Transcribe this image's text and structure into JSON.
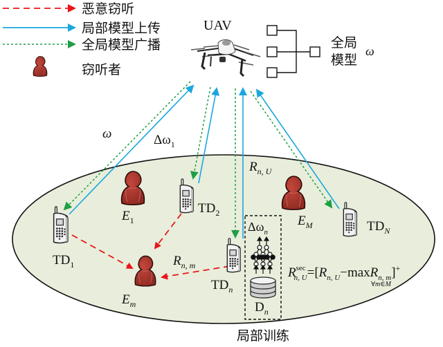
{
  "legend": {
    "items": [
      {
        "label": "恶意窃听",
        "style": "red-dashed",
        "color": "#e8161b"
      },
      {
        "label": "局部模型上传",
        "style": "blue-solid",
        "color": "#1aa7dd"
      },
      {
        "label": "全局模型广播",
        "style": "green-dotted",
        "color": "#1f9e45"
      },
      {
        "label": "窃听者",
        "style": "eavesdropper-icon",
        "color": "#a6332a"
      }
    ]
  },
  "uav": {
    "label": "UAV",
    "icon": "drone-icon"
  },
  "aggregation": {
    "label_line1": "全局",
    "label_line2": "模型",
    "symbol": "ω"
  },
  "links": {
    "omega": "ω",
    "delta_omega_1": {
      "base": "Δω",
      "sub": "1"
    },
    "r_n_u": {
      "base": "R",
      "sub": "n, U"
    },
    "r_n_m": {
      "base": "R",
      "sub": "n, m"
    }
  },
  "devices": [
    {
      "id": "TD1",
      "base": "TD",
      "sub": "1"
    },
    {
      "id": "TD2",
      "base": "TD",
      "sub": "2"
    },
    {
      "id": "TDn",
      "base": "TD",
      "sub": "n"
    },
    {
      "id": "TDN",
      "base": "TD",
      "sub": "N"
    }
  ],
  "eavesdroppers": [
    {
      "id": "E1",
      "base": "E",
      "sub": "1"
    },
    {
      "id": "EM",
      "base": "E",
      "sub": "M"
    },
    {
      "id": "Em",
      "base": "E",
      "sub": "m"
    }
  ],
  "local_training": {
    "delta": {
      "base": "Δω",
      "sub": "n"
    },
    "dataset": {
      "base": "D",
      "sub": "n"
    },
    "caption": "局部训练"
  },
  "formula": {
    "lhs_base": "R",
    "lhs_sup": "sec",
    "lhs_sub": "n, U",
    "eq": "=[",
    "term_base": "R",
    "term_sub": "n, U",
    "minus": "−",
    "max": "max",
    "max_sub": "∀m∈M",
    "term2_base": "R",
    "term2_sub": "n, m",
    "close": "]",
    "plus": "+"
  },
  "colors": {
    "ellipse_fill": "#e8eedb",
    "red": "#e8161b",
    "blue": "#1aa7dd",
    "green": "#1f9e45",
    "person": "#a6332a"
  }
}
